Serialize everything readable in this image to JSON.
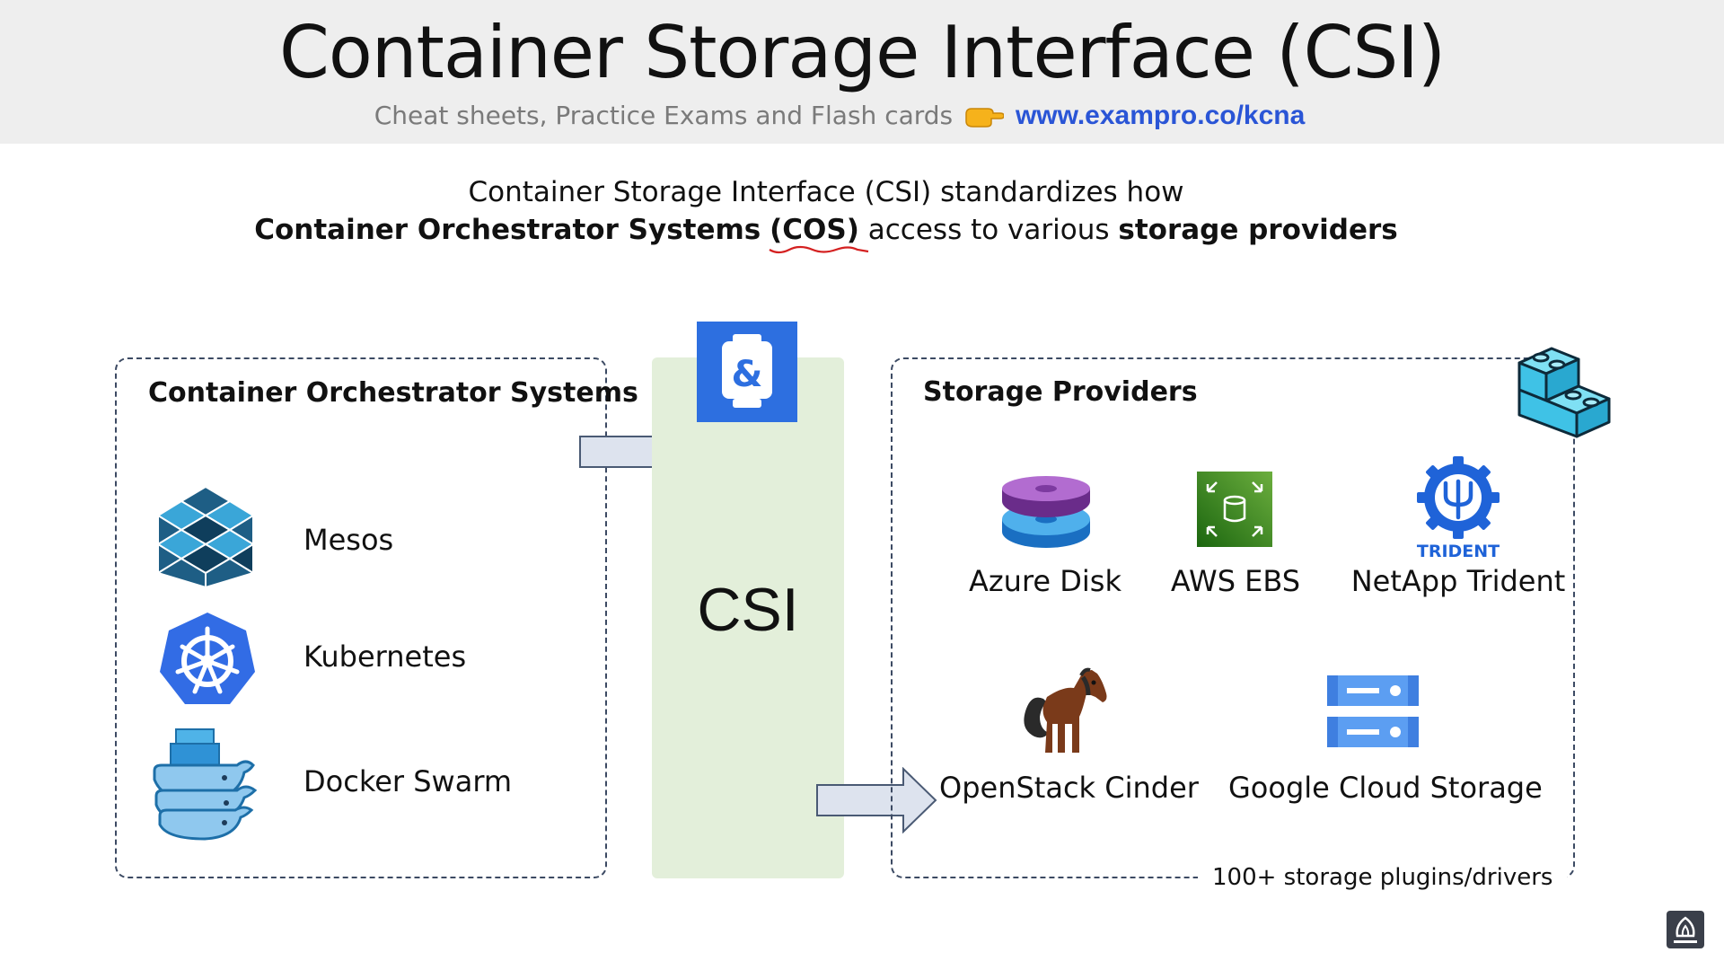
{
  "header": {
    "title": "Container Storage Interface (CSI)",
    "subtitle": "Cheat sheets, Practice Exams and Flash cards",
    "link": "www.exampro.co/kcna"
  },
  "intro": {
    "line1": "Container Storage Interface (CSI) standardizes how",
    "line2_bold_a": "Container Orchestrator Systems",
    "line2_cos": "(COS)",
    "line2_mid": "access to various",
    "line2_bold_b": "storage providers"
  },
  "orchestrators": {
    "title": "Container Orchestrator Systems",
    "items": [
      {
        "label": "Mesos",
        "icon": "mesos-icon"
      },
      {
        "label": "Kubernetes",
        "icon": "kubernetes-icon"
      },
      {
        "label": "Docker Swarm",
        "icon": "docker-swarm-icon"
      }
    ]
  },
  "csi": {
    "label": "CSI",
    "icon": "csi-logo-icon"
  },
  "providers": {
    "title": "Storage Providers",
    "items": [
      {
        "label": "Azure Disk",
        "icon": "azure-disk-icon"
      },
      {
        "label": "AWS EBS",
        "icon": "aws-ebs-icon"
      },
      {
        "label": "NetApp Trident",
        "icon": "netapp-trident-icon",
        "badge": "TRIDENT"
      },
      {
        "label": "OpenStack Cinder",
        "icon": "openstack-cinder-icon"
      },
      {
        "label": "Google Cloud Storage",
        "icon": "google-cloud-storage-icon"
      }
    ],
    "footer": "100+ storage plugins/drivers"
  },
  "colors": {
    "link": "#2a55d6",
    "csi_column": "#e3efda",
    "csi_logo": "#2d6fe0",
    "box_border": "#3c4a63",
    "arrow_fill": "#dde3ee"
  }
}
